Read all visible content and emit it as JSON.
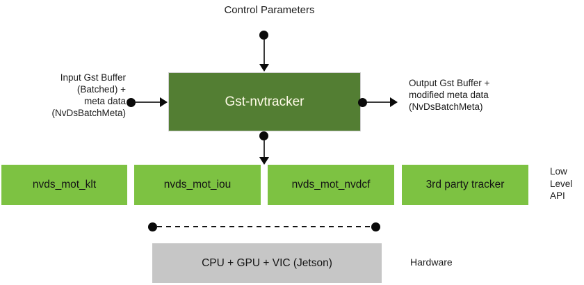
{
  "colors": {
    "dark_green": "#537e33",
    "light_green": "#7dc242",
    "gray": "#c6c6c6",
    "line": "#3a3a3a",
    "box_text_light": "#fffbe8"
  },
  "title": "Control Parameters",
  "plugin_box": {
    "label": "Gst-nvtracker"
  },
  "input_label": {
    "lines": [
      "Input Gst Buffer",
      "(Batched) +",
      "meta data",
      "(NvDsBatchMeta)"
    ]
  },
  "output_label": {
    "lines": [
      "Output Gst Buffer +",
      "modified meta data",
      "(NvDsBatchMeta)"
    ]
  },
  "low_level_boxes": [
    {
      "label": "nvds_mot_klt"
    },
    {
      "label": "nvds_mot_iou"
    },
    {
      "label": "nvds_mot_nvdcf"
    },
    {
      "label": "3rd party tracker"
    }
  ],
  "low_level_api_label": {
    "lines": [
      "Low",
      "Level",
      "API"
    ]
  },
  "hardware_box": {
    "label": "CPU + GPU + VIC (Jetson)"
  },
  "hardware_label": "Hardware"
}
